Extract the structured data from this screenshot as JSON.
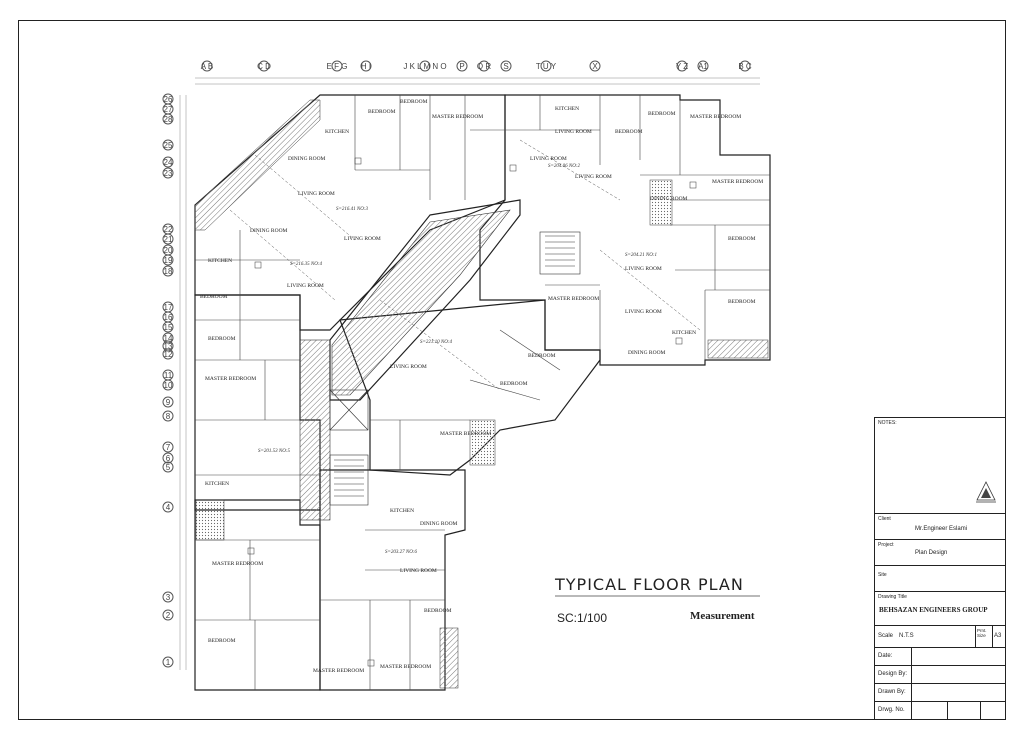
{
  "plan": {
    "grid_columns": [
      "A B",
      "C D",
      "E F G",
      "H I",
      "J K L M N O",
      "P",
      "Q R",
      "S",
      "T U Y",
      "X",
      "Y Z",
      "A1",
      "B C"
    ],
    "grid_rows": [
      "26",
      "27",
      "28",
      "25",
      "24",
      "23",
      "22",
      "21",
      "20",
      "19",
      "18",
      "17",
      "16",
      "15",
      "14",
      "13",
      "12",
      "11",
      "10",
      "9",
      "8",
      "7",
      "6",
      "5",
      "4",
      "3",
      "2",
      "1"
    ],
    "rooms": {
      "bedroom_a": "BEDROOM",
      "bedroom_b": "BEDROOM",
      "master_bedroom_a": "MASTER BEDROOM",
      "kitchen_a": "KITCHEN",
      "dining_a": "DINING ROOM",
      "living_a": "LIVING ROOM",
      "kitchen_b": "KITCHEN",
      "living_room_c": "LIVING ROOM",
      "bedroom_c": "BEDROOM",
      "master_bedroom_b": "MASTER BEDROOM",
      "living_d": "LIVING ROOM",
      "dining_b": "DINING ROOM",
      "master_bedroom_c": "MASTER BEDROOM",
      "bedroom_d": "BEDROOM",
      "bedroom_e": "BEDROOM",
      "dining_c": "DINING ROOM",
      "living_e": "LIVING ROOM",
      "kitchen_c": "KITCHEN",
      "living_f": "LIVING ROOM",
      "living_g": "LIVING ROOM",
      "master_bedroom_d": "MASTER BEDROOM",
      "bedroom_f": "BEDROOM",
      "bedroom_g": "BEDROOM",
      "kitchen_d": "KITCHEN",
      "living_h": "LIVING ROOM",
      "master_bedroom_e": "MASTER BEDROOM",
      "living_i": "LIVING ROOM",
      "dining_d": "DINING ROOM",
      "kitchen_e": "KITCHEN",
      "master_bedroom_f": "MASTER BEDROOM",
      "bedroom_h": "BEDROOM",
      "bedroom_i": "BEDROOM",
      "kitchen_f": "KITCHEN",
      "dining_e": "DINING ROOM",
      "living_j": "LIVING ROOM",
      "master_bedroom_g": "MASTER BEDROOM",
      "living_k": "LIVING ROOM",
      "bedroom_j": "BEDROOM",
      "master_bedroom_h": "MASTER BEDROOM",
      "bedroom_k": "BEDROOM",
      "master_bedroom_i": "MASTER BEDROOM",
      "bedroom_l": "BEDROOM"
    },
    "units": {
      "u1": "S=204.06 NO:2",
      "u2": "S=204.21 NO:1",
      "u3": "S=221.10 NO:4",
      "u4": "S=216.41 NO:3",
      "u5": "S=216.35 NO:4",
      "u6": "S=201.53 NO:5",
      "u7": "S=203.27 NO:6"
    }
  },
  "drawing": {
    "title": "TYPICAL FLOOR PLAN",
    "scale": "SC:1/100",
    "subtitle": "Measurement"
  },
  "title_block": {
    "notes_label": "NOTES:",
    "client_label": "Client",
    "client_value": "Mr.Engineer Eslami",
    "project_label": "Project",
    "project_value": "Plan Design",
    "site_label": "Site",
    "drawing_title_label": "Drawing Title",
    "drawing_title_value": "BEHSAZAN ENGINEERS GROUP",
    "scale_label": "Scale",
    "scale_value": "N.T.S",
    "paper_size_label": "Prnt. Size",
    "paper_size_value": "A3",
    "date_label": "Date:",
    "design_by_label": "Design By:",
    "drawn_by_label": "Drawn By:",
    "drawing_no_label": "Drwg. No."
  }
}
